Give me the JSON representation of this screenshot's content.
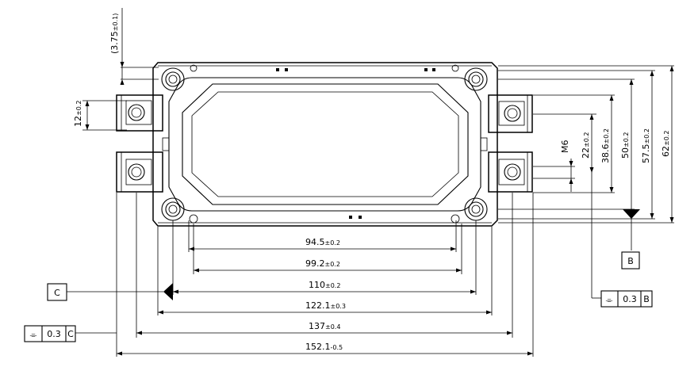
{
  "dimensions": {
    "top_offset": {
      "value": "(3.75",
      "tol": "±0.1)"
    },
    "left_pitch": {
      "value": "12",
      "tol": "±0.2"
    },
    "thread": {
      "value": "M6",
      "tol": ""
    },
    "r22": {
      "value": "22",
      "tol": "±0.2"
    },
    "r38": {
      "value": "38.6",
      "tol": "±0.2"
    },
    "r50": {
      "value": "50",
      "tol": "±0.2"
    },
    "r57": {
      "value": "57.5",
      "tol": "±0.2"
    },
    "r62": {
      "value": "62",
      "tol": "±0.2"
    },
    "b945": {
      "value": "94.5",
      "tol": "±0.2"
    },
    "b992": {
      "value": "99.2",
      "tol": "±0.2"
    },
    "b110": {
      "value": "110",
      "tol": "±0.2"
    },
    "b1221": {
      "value": "122.1",
      "tol": "±0.3"
    },
    "b137": {
      "value": "137",
      "tol": "±0.4"
    },
    "b1521": {
      "value": "152.1",
      "tol": "-0.5"
    }
  },
  "datums": {
    "b_label": "B",
    "c_label": "C",
    "tolerance_b": {
      "symbol": "⌯",
      "value": "0.3",
      "ref": "B"
    },
    "tolerance_c": {
      "symbol": "⌯",
      "value": "0.3",
      "ref": "C"
    }
  }
}
